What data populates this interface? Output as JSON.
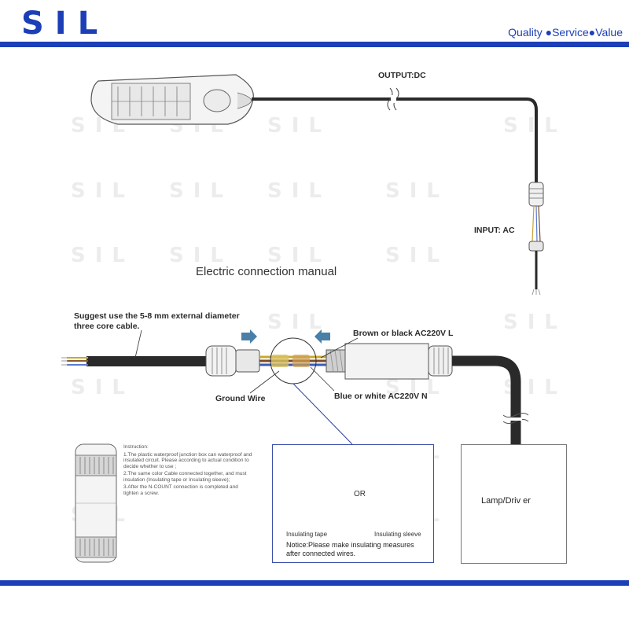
{
  "header": {
    "logo": "SIL",
    "tagline": "Quality ●Service●Value"
  },
  "watermark": "SIL",
  "diagram_top": {
    "output_label": "OUTPUT:DC",
    "input_label": "INPUT: AC",
    "title": "Electric connection manual"
  },
  "diagram_bottom": {
    "cable_note": "Suggest  use the 5-8 mm external diameter three core cable.",
    "live_label": "Brown or black AC220V  L",
    "neutral_label": "Blue or white  AC220V  N",
    "ground_label": "Ground Wire",
    "lamp_label": "Lamp/Driv er"
  },
  "instructions": {
    "heading": "Instruction:",
    "step1": "1.The plastic waterproof junction box can waterproof and insulated circuit. Please according to actual condition to decide whether to use ;",
    "step2": "2.The same color Cable connected together, and must insulation (Insulating tape or Insulating sleeve);",
    "step3": "3.After the N-COUNT connection is completed and tighten a screw."
  },
  "notice": {
    "tape_label": "Insulating tape",
    "or_label": "OR",
    "sleeve_label": "Insulating sleeve",
    "text": "Notice:Please make insulating measures after connected wires."
  },
  "colors": {
    "brand_blue": "#1c3fb8",
    "cable": "#2a2a2a",
    "arrow": "#4a7fa8"
  }
}
